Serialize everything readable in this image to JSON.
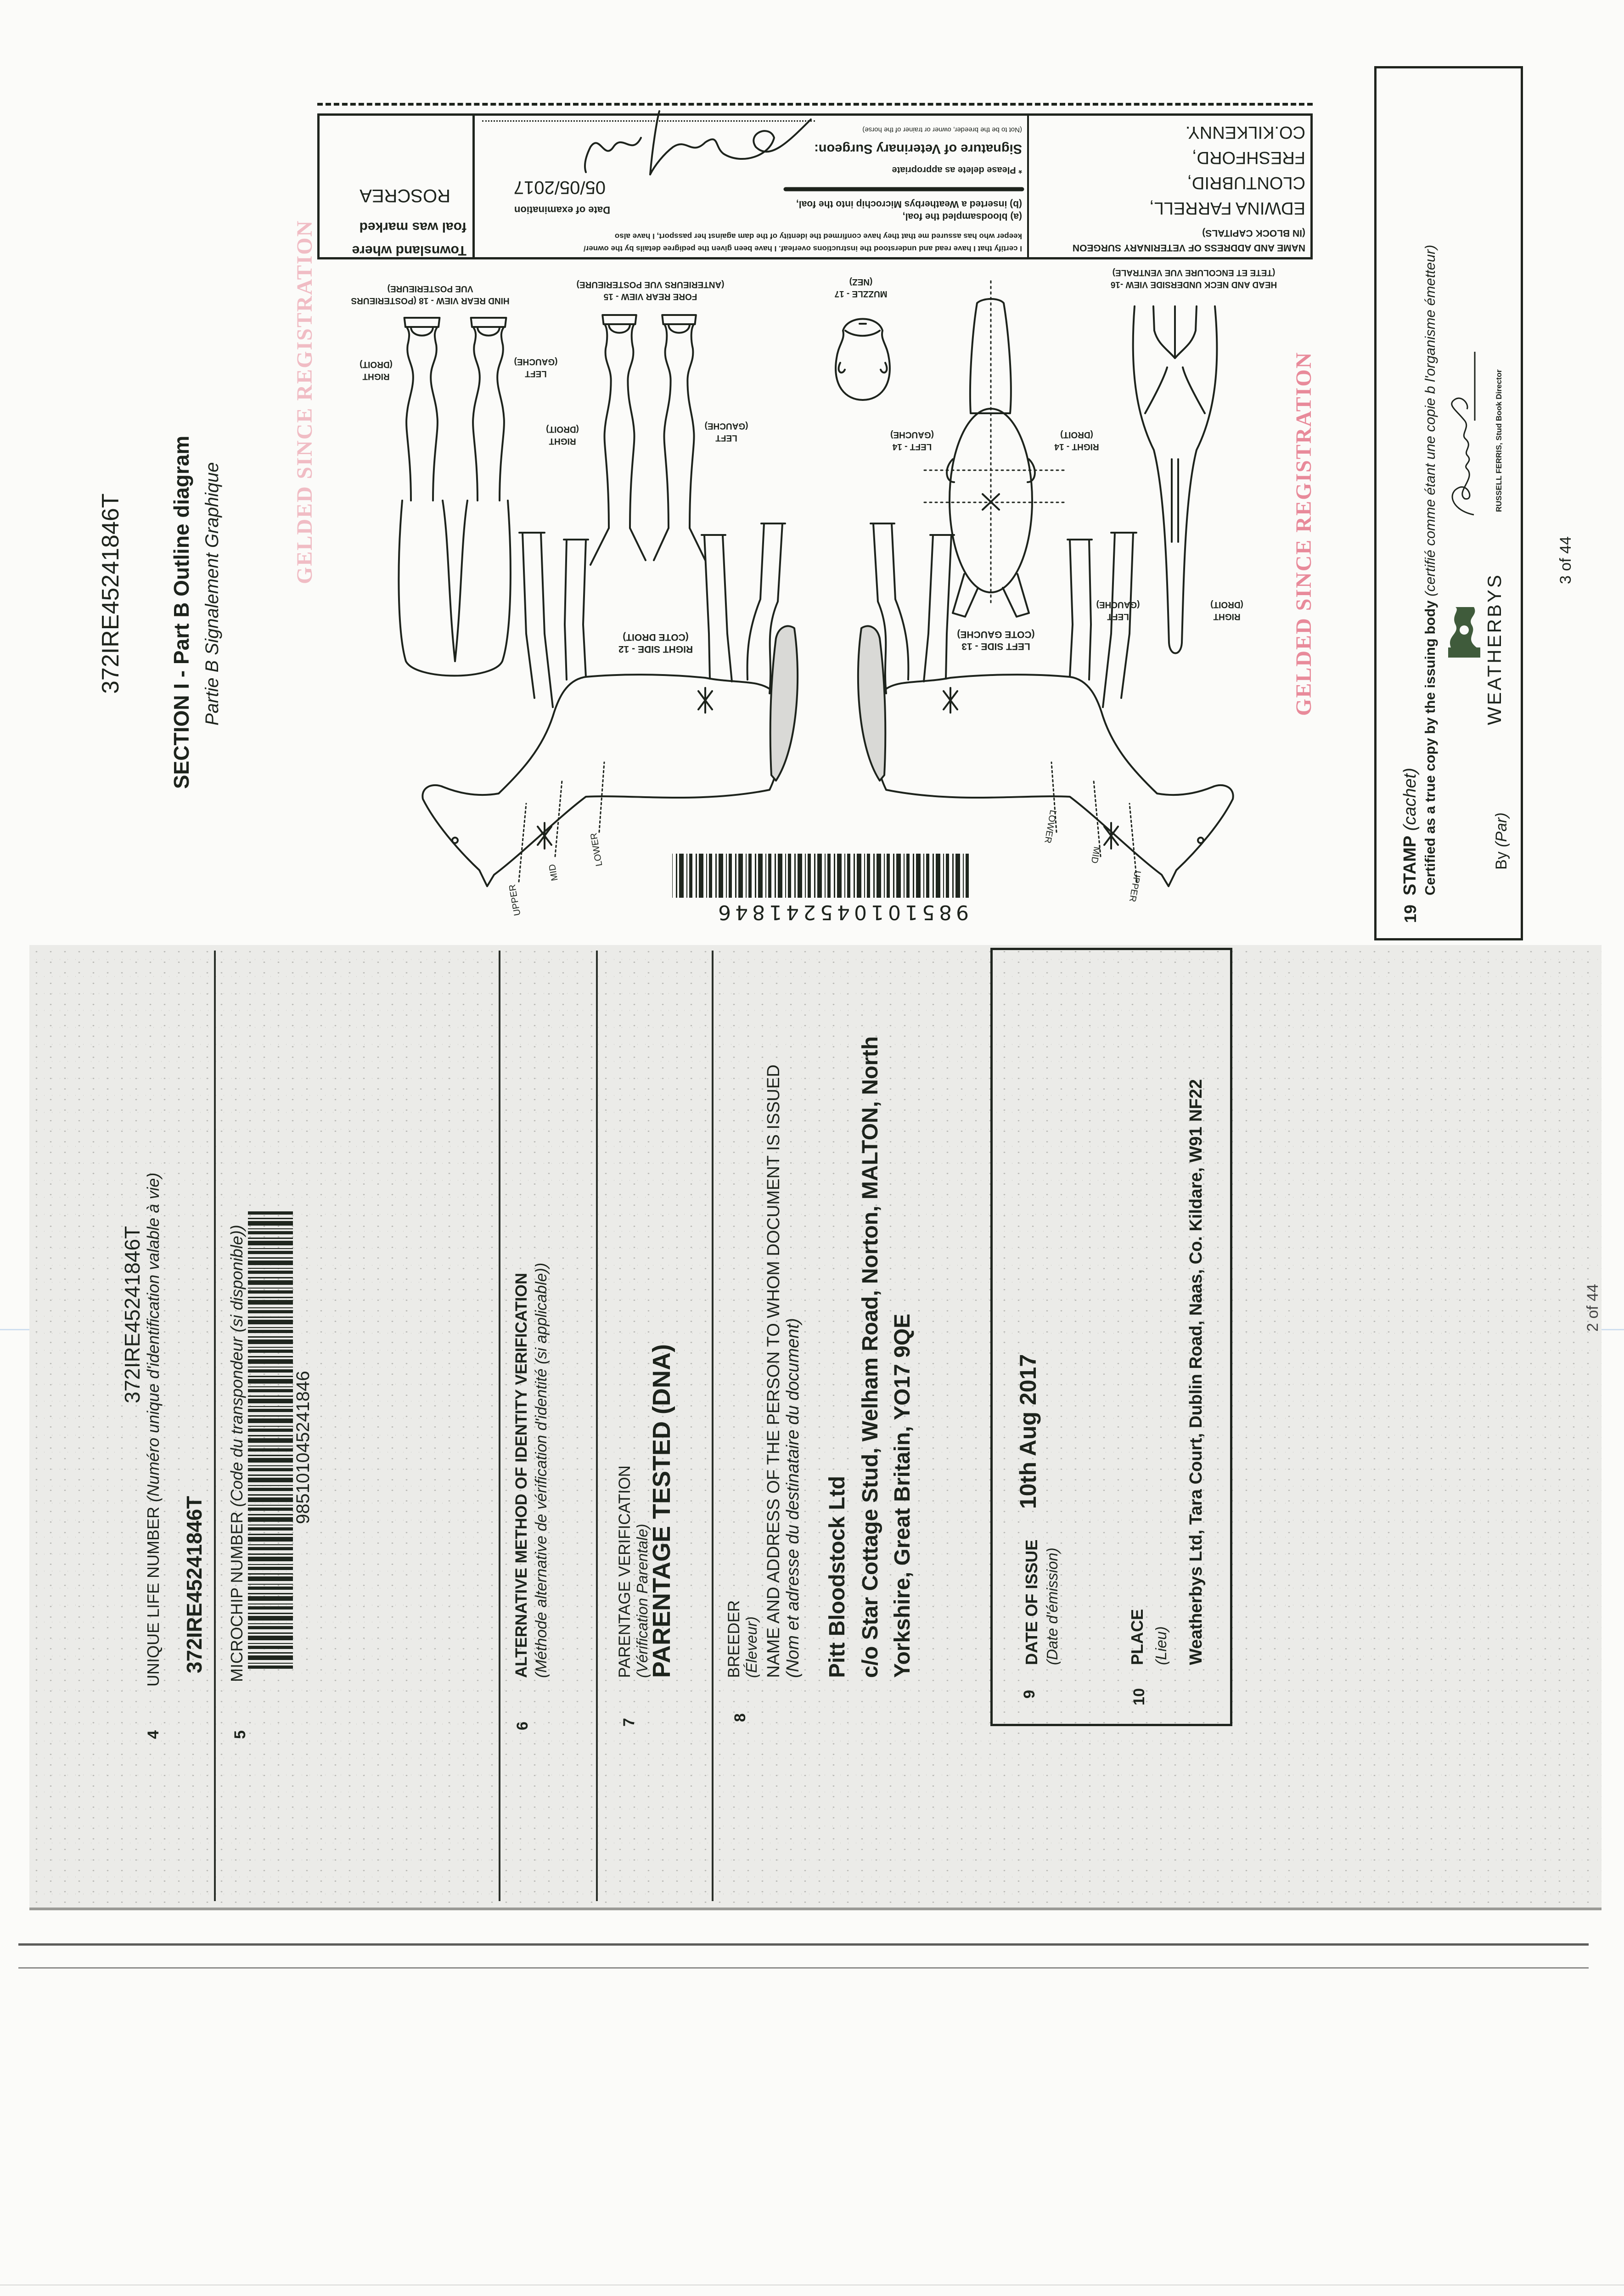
{
  "colors": {
    "ink": "#1d231c",
    "stamp_pink": "#e88a9a",
    "scan_gray": "#ebebe8",
    "logo_green": "#3f5b3b"
  },
  "left_page": {
    "ueln_header": "372IRE45241846T",
    "s4": {
      "num": "4",
      "label": "UNIQUE LIFE NUMBER",
      "label_fr": "(Numéro unique d'identification valable à vie)",
      "value": "372IRE45241846T"
    },
    "s5": {
      "num": "5",
      "label": "MICROCHIP NUMBER",
      "label_fr": "(Code du transpondeur (si disponible))",
      "value": "985101045241846"
    },
    "s6": {
      "num": "6",
      "label": "ALTERNATIVE METHOD OF IDENTITY VERIFICATION",
      "label_fr": "(Méthode alternative de vérification d'identité (si applicable))"
    },
    "s7": {
      "num": "7",
      "label": "PARENTAGE VERIFICATION",
      "label_fr": "(Vérification Parentale)",
      "value": "PARENTAGE TESTED (DNA)"
    },
    "s8": {
      "num": "8",
      "label": "BREEDER",
      "label_fr": "(Éleveur)",
      "label2": "NAME AND ADDRESS OF THE PERSON TO WHOM DOCUMENT IS ISSUED",
      "label2_fr": "(Nom et adresse du destinataire du document)",
      "lines": [
        "Pitt Bloodstock Ltd",
        "c/o Star Cottage Stud, Welham Road, Norton, MALTON, North",
        "Yorkshire, Great Britain, YO17 9QE"
      ]
    },
    "s9": {
      "num": "9",
      "label": "DATE OF ISSUE",
      "label_fr": "(Date d'émission)",
      "value": "10th Aug 2017"
    },
    "s10": {
      "num": "10",
      "label": "PLACE",
      "label_fr": "(Lieu)",
      "value": "Weatherbys Ltd, Tara Court, Dublin Road, Naas, Co. Kildare, W91 NF22"
    },
    "page_number": "2 of 44"
  },
  "right_page": {
    "ueln_header": "372IRE45241846T",
    "title": "SECTION I - Part B Outline diagram",
    "subtitle": "Partie B Signalement Graphique",
    "gelded_stamp": "GELDED SINCE REGISTRATION",
    "vet": {
      "townsland_label_1": "Townsland where",
      "townsland_label_2": "foal was marked",
      "townsland": "ROSCREA",
      "date_label": "Date of examination",
      "date": "05/05/2017",
      "cert_lines": [
        "I certify that I have read and understood the instructions overleaf. I have been given the pedigree details by the owner/",
        "keeper who has assured me that they have confirmed the identity of the dam against her passport, I have also",
        "(a) bloodsampled the foal,",
        "(b) inserted a Weatherbys Microchip into the foal,"
      ],
      "delete_note": "*   Please delete as appropriate",
      "signature_label": "Signature of Veterinary Surgeon:",
      "signature_note": "(Not to be the breeder, owner or trainer of the horse)",
      "name_header": "NAME AND ADDRESS OF VETERINARY SURGEON",
      "name_note": "(IN BLOCK CAPITALS)",
      "name_lines": [
        "EDWINA FARRELL,",
        "CLONTUBRID,",
        "FRESHFORD,",
        "CO.KILKENNY."
      ]
    },
    "diagram": {
      "hind_1": "HIND REAR VIEW - 18 (POSTERIEURS",
      "hind_2": "VUE POSTERIEURE)",
      "fore_1": "FORE REAR VIEW - 15",
      "fore_2": "(ANTERIEURS VUE POSTERIEURE)",
      "muzzle_1": "MUZZLE - 17",
      "muzzle_2": "(NEZ)",
      "head_1": "HEAD AND NECK UNDERSIDE VIEW -16",
      "head_2": "(TETE ET ENCOLURE VUE VENTRALE)",
      "right_side_1": "RIGHT SIDE - 12",
      "right_side_2": "(COTE DROIT)",
      "left_side_1": "LEFT SIDE - 13",
      "left_side_2": "(COTE GAUCHE)",
      "right": "RIGHT",
      "droit": "(DROIT)",
      "left": "LEFT",
      "gauche": "(GAUCHE)",
      "left14": "LEFT - 14",
      "right14": "RIGHT - 14",
      "upper": "UPPER",
      "mid": "MID",
      "lower": "LOWER",
      "barcode_number": "985101045241846"
    },
    "s19": {
      "num": "19",
      "label": "STAMP",
      "label_fr": "(cachet)",
      "certified": "Certified as a true copy by the issuing body",
      "certified_fr": "(certifié comme étant une copie b l'organisme émetteur)",
      "by": "By",
      "by_fr": "(Par)",
      "brand": "WEATHERBYS",
      "signatory": "RUSSELL FERRIS, Stud Book Director"
    },
    "page_number": "3 of 44"
  }
}
